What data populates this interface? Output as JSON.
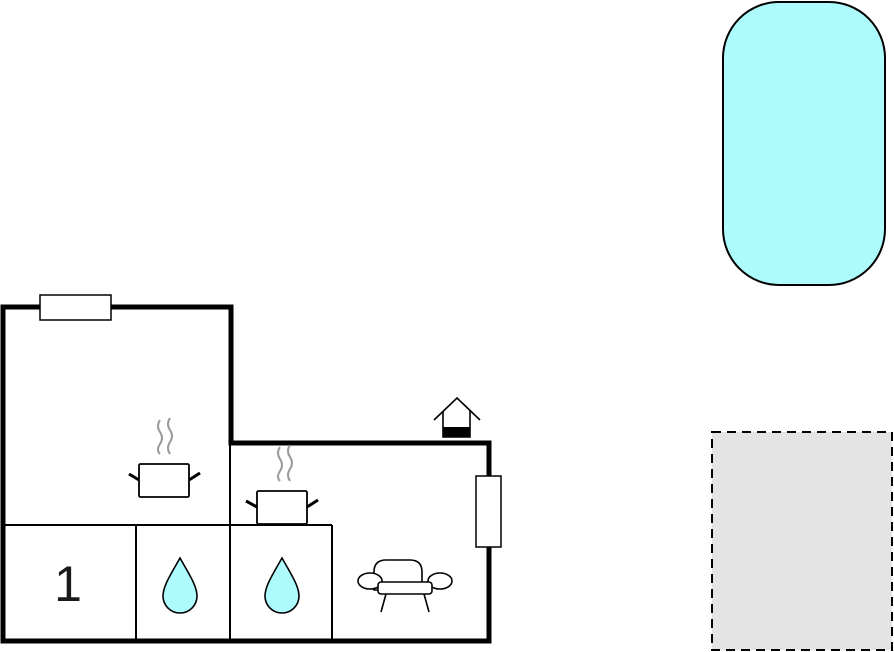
{
  "floorplan": {
    "rooms": [
      {
        "id": "bedroom",
        "number": "1",
        "icon": "bed-room-number"
      },
      {
        "id": "bathroom-1",
        "icon": "water-drop-icon"
      },
      {
        "id": "bathroom-2",
        "icon": "water-drop-icon"
      },
      {
        "id": "living-room",
        "icon": "sofa-icon"
      },
      {
        "id": "kitchen-1",
        "icon": "cooking-pot-icon"
      },
      {
        "id": "kitchen-2",
        "icon": "cooking-pot-icon"
      }
    ],
    "features": [
      {
        "id": "window-top",
        "icon": "window-icon"
      },
      {
        "id": "window-right",
        "icon": "window-icon"
      },
      {
        "id": "fireplace",
        "icon": "fireplace-icon"
      }
    ],
    "outdoor": {
      "pool": {
        "icon": "swimming-pool",
        "color": "#aefbfd"
      },
      "terrace": {
        "icon": "terrace-area",
        "color": "#e4e4e4"
      }
    },
    "colors": {
      "wall": "#000000",
      "water": "#aefbfd",
      "steam": "#9a9a9a",
      "terrace": "#e4e4e4"
    }
  }
}
